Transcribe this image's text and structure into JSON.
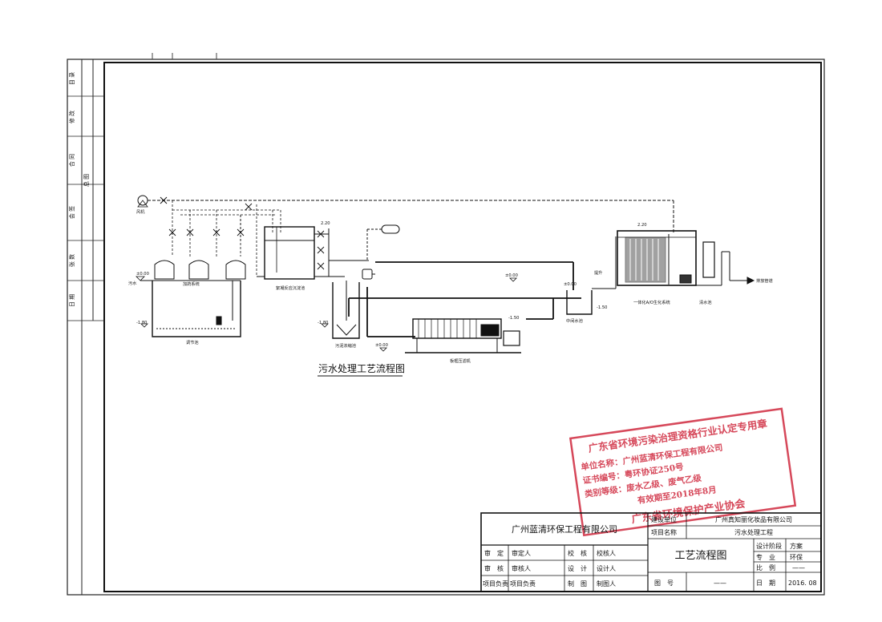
{
  "diagram": {
    "caption": "污水处理工艺流程图",
    "labels": {
      "dosing_system": "加药系统",
      "regulating_tank": "调节池",
      "coag_tank": "絮凝反应沉淀池",
      "sludge_tank": "污泥浓缩池",
      "filter_press": "板框压滤机",
      "ao_system": "一体化A/O生化系统",
      "mid_tank": "中间水池",
      "clear_tank": "清水池",
      "discharge": "排放管道",
      "inflow": "污水",
      "lift": "提升",
      "blower": "风机",
      "lvl_000_a": "±0.00",
      "lvl_000_b": "±0.00",
      "lvl_000_c": "±0.00",
      "lvl_000_d": "±0.00",
      "lvl_180_a": "-1.80",
      "lvl_180_b": "-1.80",
      "lvl_150_a": "-1.50",
      "lvl_150_b": "-1.50",
      "lvl_220_a": "2.20",
      "lvl_220_b": "2.20"
    }
  },
  "sidebar": {
    "marks": [
      "目 录",
      "修 改",
      "合 同",
      "会 签",
      "张 数",
      "日 期",
      "总 图"
    ]
  },
  "stamp": {
    "title": "广东省环境污染治理资格行业认定专用章",
    "line1": "单位名称：广州蓝清环保工程有限公司",
    "line2": "证书编号：粤环协证250号",
    "line3": "类别等级：废水乙级、废气乙级",
    "line4": "有效期至2018年8月",
    "bottom": "广东省环境保护产业协会"
  },
  "title_block": {
    "company": "广州蓝清环保工程有限公司",
    "construction_unit_label": "建设单位",
    "construction_unit": "广州真知丽化妆品有限公司",
    "project_label": "项目名称",
    "project": "污水处理工程",
    "drawing_title": "工艺流程图",
    "drawing_no_label": "图　号",
    "drawing_no": "——",
    "rows": [
      {
        "a": "审　定",
        "b": "审定人",
        "c": "校　核",
        "d": "校核人"
      },
      {
        "a": "审　核",
        "b": "审核人",
        "c": "设　计",
        "d": "设计人"
      },
      {
        "a": "项目负责",
        "b": "项目负责",
        "c": "制　图",
        "d": "制图人"
      }
    ],
    "right": [
      {
        "k": "设计阶段",
        "v": "方案"
      },
      {
        "k": "专　业",
        "v": "环保"
      },
      {
        "k": "比　例",
        "v": "——"
      },
      {
        "k": "日　期",
        "v": "2016. 08"
      }
    ]
  }
}
